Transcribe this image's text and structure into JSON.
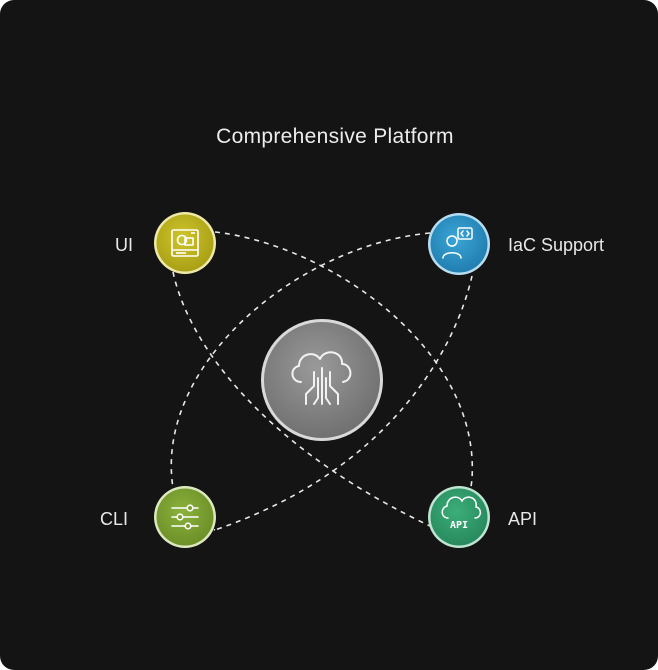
{
  "title": "Comprehensive  Platform",
  "center": {
    "icon": "cloud-circuit-icon"
  },
  "nodes": [
    {
      "id": "ui",
      "label": "UI",
      "icon": "ui-design-icon",
      "color": "#b8b020"
    },
    {
      "id": "iac",
      "label": "IaC Support",
      "icon": "developer-code-icon",
      "color": "#2a8fc2"
    },
    {
      "id": "cli",
      "label": "CLI",
      "icon": "sliders-icon",
      "color": "#7a9e30"
    },
    {
      "id": "api",
      "label": "API",
      "icon": "cloud-api-icon",
      "icon_text": "API",
      "color": "#2f9a66"
    }
  ],
  "colors": {
    "background": "#141414",
    "connector": "#ffffff",
    "center": "#8a8a8a"
  }
}
